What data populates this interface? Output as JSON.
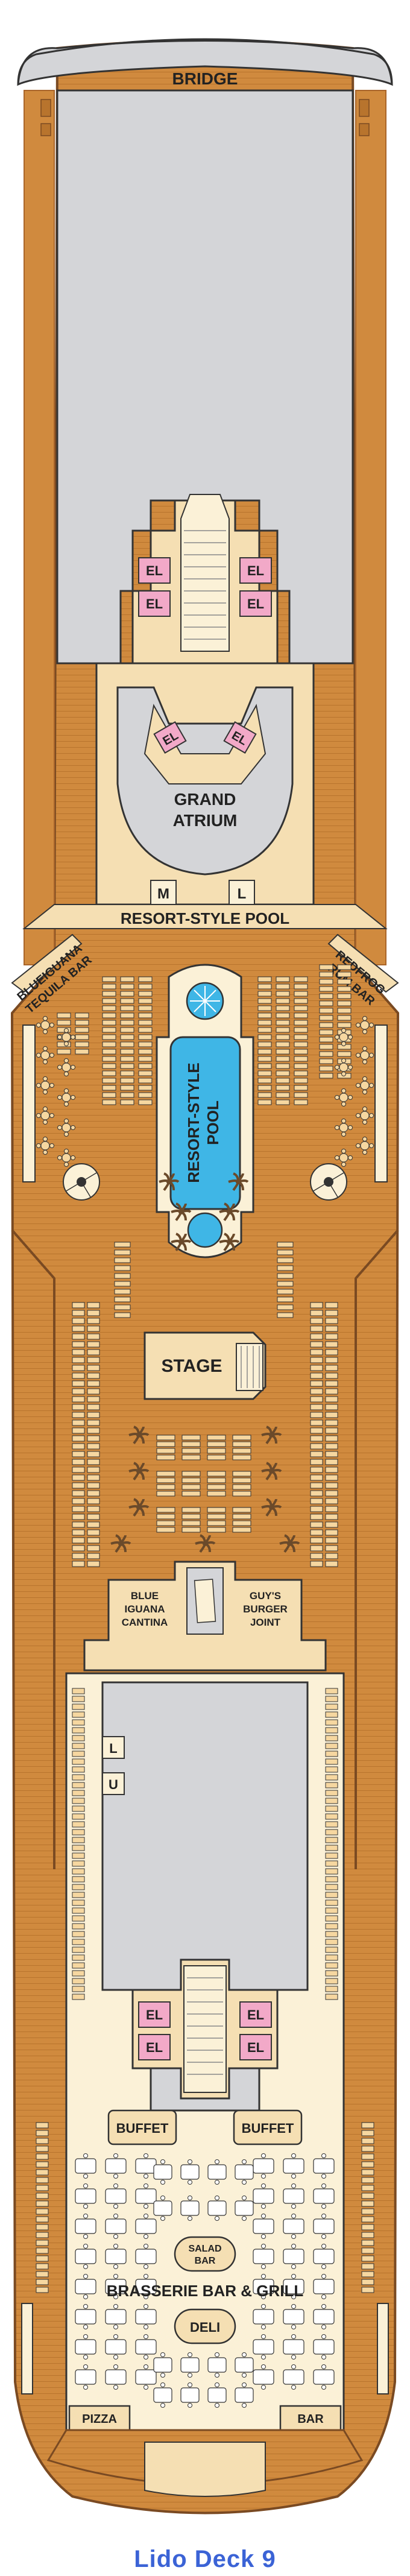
{
  "colors": {
    "wood": "#d08a3e",
    "wood_dark": "#b8742d",
    "wood_line": "#a9652a",
    "hull_edge": "#7a4a22",
    "interior": "#f5dfb3",
    "indoor": "#d4d5d8",
    "cream": "#fbf1d7",
    "water": "#3fb6e6",
    "elevator": "#f2a9c8",
    "outline": "#333333",
    "chair": "#f6d7a0",
    "palm": "#6b4a2a",
    "caption": "#3b63d6"
  },
  "labels": {
    "bridge": "BRIDGE",
    "elevator": "EL",
    "grand_atrium_1": "GRAND",
    "grand_atrium_2": "ATRIUM",
    "m": "M",
    "l": "L",
    "u": "U",
    "resort_pool_banner": "RESORT-STYLE POOL",
    "resort_pool_1": "RESORT-STYLE",
    "resort_pool_2": "POOL",
    "blue_iguana_tequila_1": "BLUEIGUANA",
    "blue_iguana_tequila_2": "TEQUILA BAR",
    "redfrog_1": "REDFROG",
    "redfrog_2": "RUM BAR",
    "stage": "STAGE",
    "blue_iguana_cantina_1": "BLUE",
    "blue_iguana_cantina_2": "IGUANA",
    "blue_iguana_cantina_3": "CANTINA",
    "guys_1": "GUY'S",
    "guys_2": "BURGER",
    "guys_3": "JOINT",
    "buffet": "BUFFET",
    "salad_1": "SALAD",
    "salad_2": "BAR",
    "brasserie": "BRASSERIE BAR & GRILL",
    "deli": "DELI",
    "pizza": "PIZZA",
    "bar": "BAR"
  },
  "caption": "Lido Deck 9"
}
